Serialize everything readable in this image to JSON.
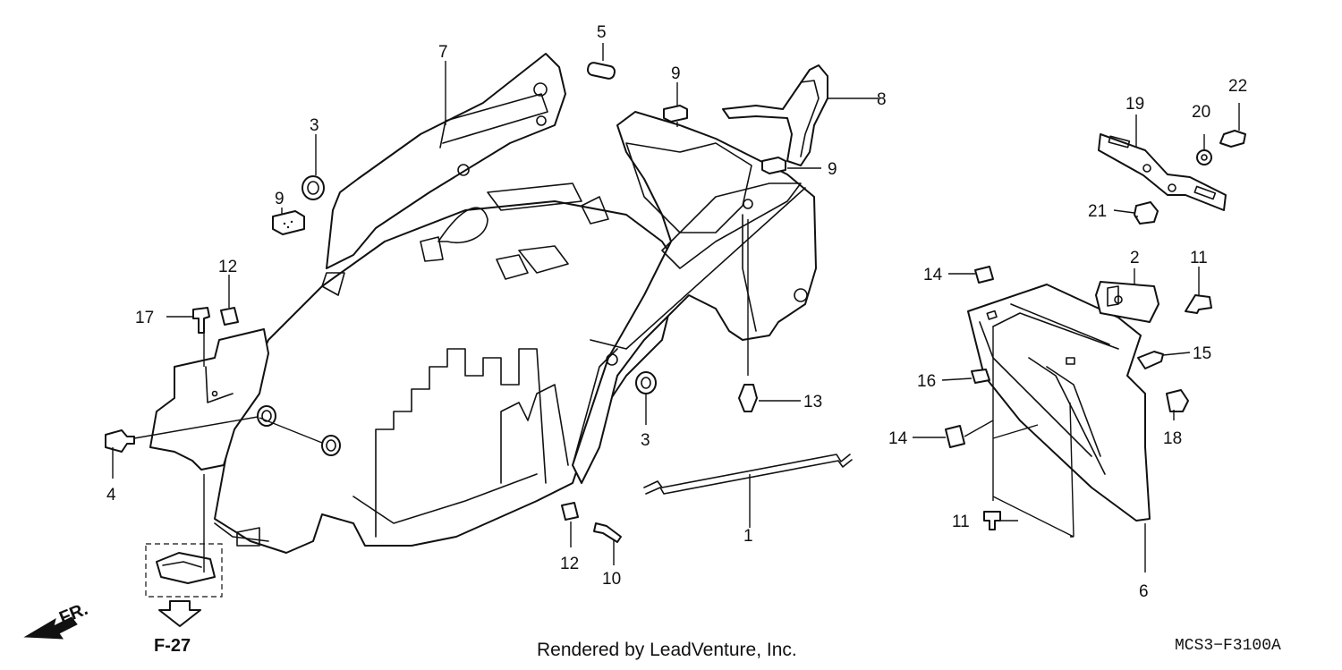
{
  "callouts": {
    "c1": "1",
    "c2": "2",
    "c3a": "3",
    "c3b": "3",
    "c4": "4",
    "c5": "5",
    "c6": "6",
    "c7": "7",
    "c8": "8",
    "c9a": "9",
    "c9b": "9",
    "c9c": "9",
    "c10": "10",
    "c11a": "11",
    "c11b": "11",
    "c12a": "12",
    "c12b": "12",
    "c13": "13",
    "c14a": "14",
    "c14b": "14",
    "c15": "15",
    "c16": "16",
    "c17": "17",
    "c18": "18",
    "c19": "19",
    "c20": "20",
    "c21": "21",
    "c22": "22"
  },
  "front_arrow_label": "FR.",
  "figure_ref": "F-27",
  "credit": "Rendered by LeadVenture, Inc.",
  "diagram_code": "MCS3−F3100A",
  "colors": {
    "ink": "#111111",
    "paper": "#ffffff"
  }
}
